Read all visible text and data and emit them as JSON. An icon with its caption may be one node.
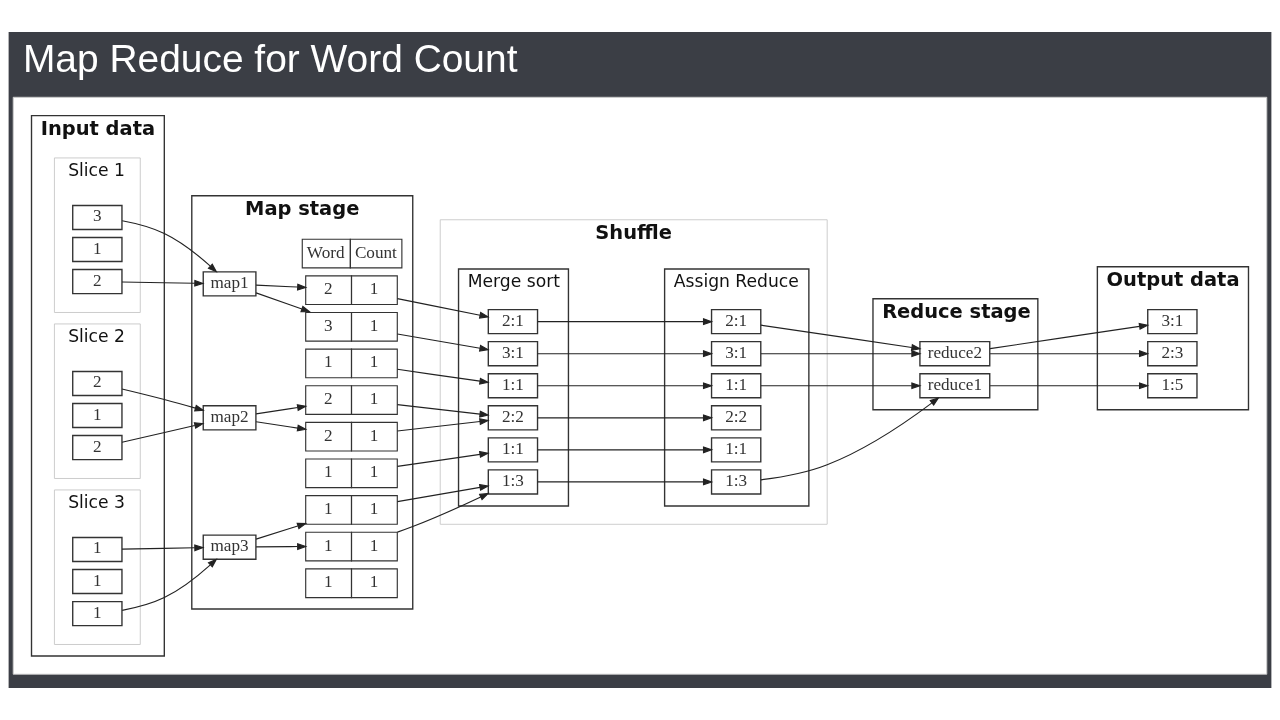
{
  "diagram": {
    "title": "Map Reduce for Word Count",
    "nodes": [
      {
        "text": [],
        "shape": "box"
      },
      {
        "text": [
          "Input data"
        ],
        "in": 0
      },
      {
        "text": [
          "Slice 1"
        ],
        "in": 1
      },
      {
        "text": [
          "3"
        ],
        "in": 2
      },
      {
        "text": [
          "1"
        ],
        "in": 2
      },
      {
        "text": [
          "2"
        ],
        "in": 2
      },
      {
        "text": [
          "Slice 2"
        ],
        "in": 1
      },
      {
        "text": [
          "2"
        ],
        "in": 6
      },
      {
        "text": [
          "1"
        ],
        "in": 6
      },
      {
        "text": [
          "2"
        ],
        "in": 6
      },
      {
        "text": [
          "Slice 3"
        ],
        "in": 1
      },
      {
        "text": [
          "1"
        ],
        "in": 10
      },
      {
        "text": [
          "1"
        ],
        "in": 10
      },
      {
        "text": [
          "1"
        ],
        "in": 10
      },
      {
        "text": [
          "Map stage"
        ],
        "in": 0
      },
      {
        "text": [
          "Word",
          "Count"
        ],
        "in": 14
      },
      {
        "text": [
          "map1"
        ],
        "in": 14
      },
      {
        "text": [
          "3",
          "1"
        ],
        "in": 14
      },
      {
        "text": [
          "1",
          "1"
        ],
        "in": 14
      },
      {
        "text": [
          "2",
          "1"
        ],
        "in": 14
      },
      {
        "text": [
          "map2"
        ],
        "in": 14
      },
      {
        "text": [
          "2",
          "1"
        ],
        "in": 14
      },
      {
        "text": [
          "1",
          "1"
        ],
        "in": 14
      },
      {
        "text": [
          "2",
          "1"
        ],
        "in": 14
      },
      {
        "text": [
          "map3"
        ],
        "in": 14
      },
      {
        "text": [
          "1",
          "1"
        ],
        "in": 14
      },
      {
        "text": [
          "1",
          "1"
        ],
        "in": 14
      },
      {
        "text": [
          "1",
          "1"
        ],
        "in": 14
      },
      {
        "text": [
          "Shuffle"
        ],
        "in": 0
      },
      {
        "text": [
          "Merge sort"
        ],
        "in": 28
      },
      {
        "text": [
          "1:1"
        ],
        "in": 29
      },
      {
        "text": [
          "2:1"
        ],
        "in": 29
      },
      {
        "text": [
          "3:1"
        ],
        "in": 29
      },
      {
        "text": [
          "1:1"
        ],
        "in": 29
      },
      {
        "text": [
          "2:2"
        ],
        "in": 29
      },
      {
        "text": [
          "1:3"
        ],
        "in": 29
      },
      {
        "text": [
          "Assign Reduce"
        ],
        "in": 28
      },
      {
        "text": [
          "1:1"
        ],
        "in": 36
      },
      {
        "text": [
          "1:1"
        ],
        "in": 36
      },
      {
        "text": [
          "1:3"
        ],
        "in": 36
      },
      {
        "text": [
          "2:1"
        ],
        "in": 36
      },
      {
        "text": [
          "2:2"
        ],
        "in": 36
      },
      {
        "text": [
          "3:1"
        ],
        "in": 36
      },
      {
        "text": [
          "Reduce stage"
        ],
        "in": 0
      },
      {
        "text": [
          "reduce1"
        ],
        "in": 43
      },
      {
        "text": [
          "reduce2"
        ],
        "in": 43
      },
      {
        "text": [
          "Output data"
        ],
        "in": 0
      },
      {
        "text": [
          "1:5"
        ],
        "in": 46
      },
      {
        "text": [
          "2:3"
        ],
        "in": 46
      },
      {
        "text": [
          "3:1"
        ],
        "in": 46
      }
    ],
    "edges": [
      {
        "from": 3,
        "to": 16,
        "arrow": "to"
      },
      {
        "from": 5,
        "to": 16,
        "arrow": "to"
      },
      {
        "from": 7,
        "to": 20,
        "arrow": "to"
      },
      {
        "from": 9,
        "to": 20,
        "arrow": "to"
      },
      {
        "from": 11,
        "to": 24,
        "arrow": "to"
      },
      {
        "from": 13,
        "to": 24,
        "arrow": "to"
      },
      {
        "from": 16,
        "to": 17,
        "arrow": "to"
      },
      {
        "from": 16,
        "to": 19,
        "arrow": "to"
      },
      {
        "from": 20,
        "to": 21,
        "arrow": "to"
      },
      {
        "from": 20,
        "to": 23,
        "arrow": "to"
      },
      {
        "from": 24,
        "to": 25,
        "arrow": "to"
      },
      {
        "from": 24,
        "to": 27,
        "arrow": "to"
      },
      {
        "from": 17,
        "to": 32,
        "arrow": "to"
      },
      {
        "from": 18,
        "to": 30,
        "arrow": "to"
      },
      {
        "from": 19,
        "to": 31,
        "arrow": "to"
      },
      {
        "from": 21,
        "to": 34,
        "arrow": "to"
      },
      {
        "from": 22,
        "to": 33,
        "arrow": "to"
      },
      {
        "from": 23,
        "to": 34,
        "arrow": "to"
      },
      {
        "from": 25,
        "to": 35,
        "arrow": "to"
      },
      {
        "from": 27,
        "to": 35,
        "arrow": "to"
      },
      {
        "from": 30,
        "to": 37,
        "arrow": "to"
      },
      {
        "from": 31,
        "to": 40,
        "arrow": "to"
      },
      {
        "from": 32,
        "to": 42,
        "arrow": "to"
      },
      {
        "from": 33,
        "to": 38,
        "arrow": "to"
      },
      {
        "from": 34,
        "to": 41,
        "arrow": "to"
      },
      {
        "from": 35,
        "to": 39,
        "arrow": "to"
      },
      {
        "from": 37,
        "to": 44,
        "arrow": "to"
      },
      {
        "from": 39,
        "to": 44,
        "arrow": "to"
      },
      {
        "from": 40,
        "to": 45,
        "arrow": "to"
      },
      {
        "from": 42,
        "to": 45,
        "arrow": "to"
      },
      {
        "from": 44,
        "to": 47,
        "arrow": "to"
      },
      {
        "from": 45,
        "to": 48,
        "arrow": "to"
      },
      {
        "from": 45,
        "to": 49,
        "arrow": "to"
      }
    ]
  }
}
